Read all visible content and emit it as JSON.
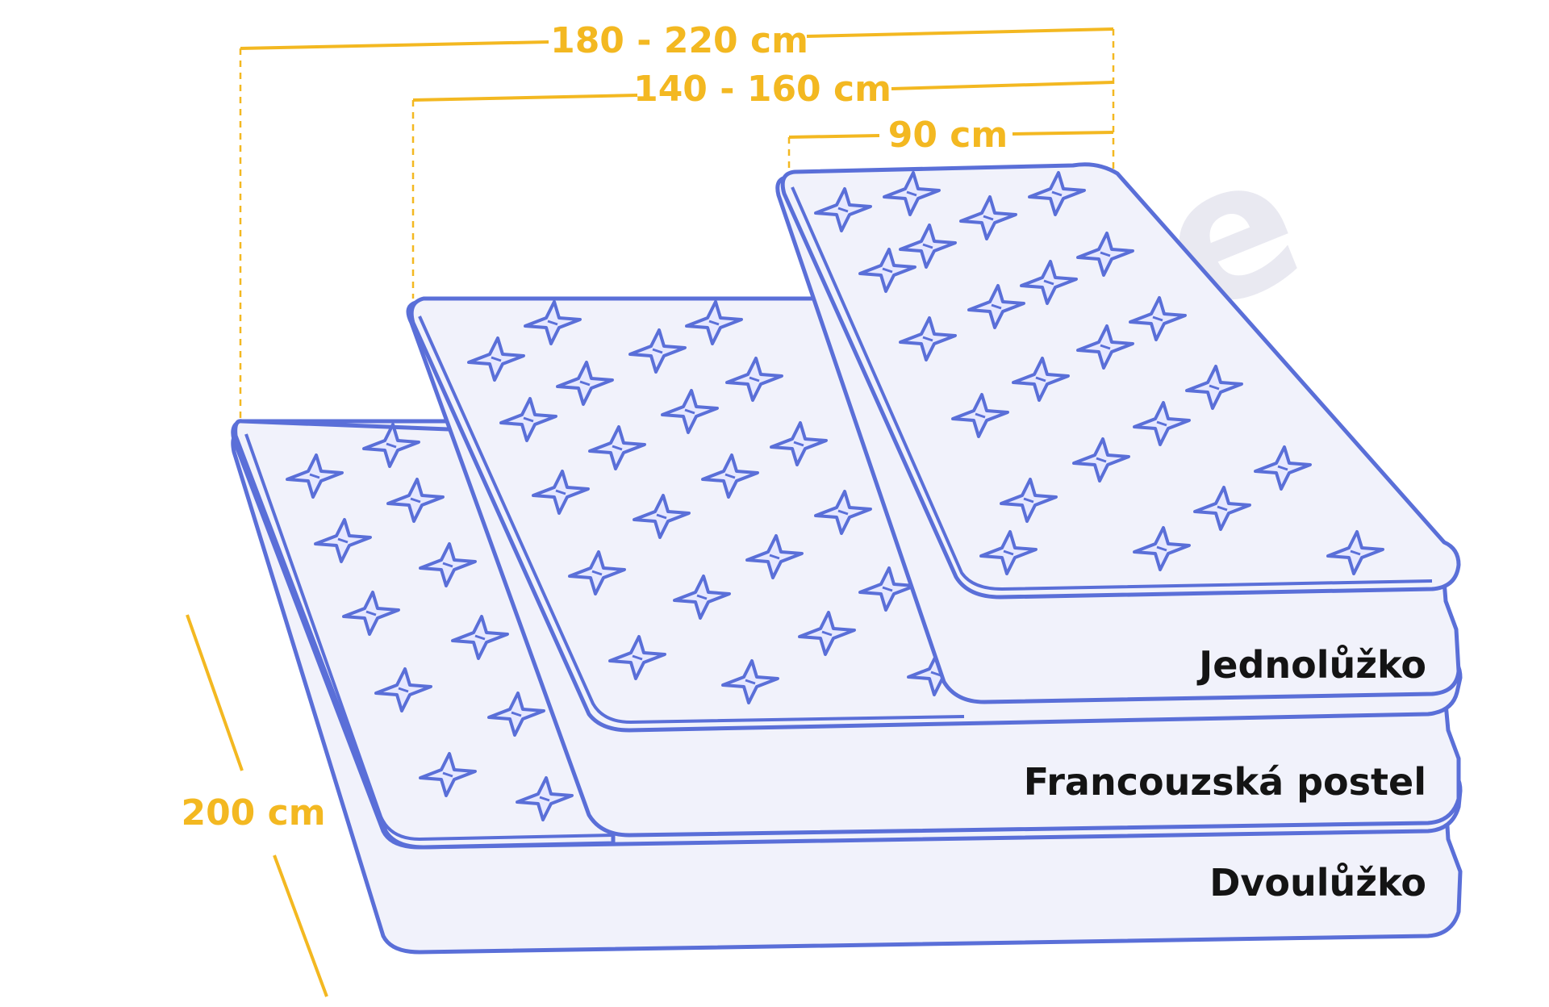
{
  "colors": {
    "outline": "#5a6fd8",
    "fill": "#f1f2fb",
    "star_fill": "#e6e8ff",
    "dimension": "#f3b821",
    "label": "#141414"
  },
  "dimensions": {
    "width_double": "180 - 220 cm",
    "width_french": "140 - 160 cm",
    "width_single": "90 cm",
    "length": "200 cm"
  },
  "labels": {
    "single": "Jednolůžko",
    "french": "Francouzská postel",
    "double": "Dvoulůžko"
  },
  "watermark": "Arecenze",
  "icons": {
    "tuft": "four-point-star-icon"
  }
}
